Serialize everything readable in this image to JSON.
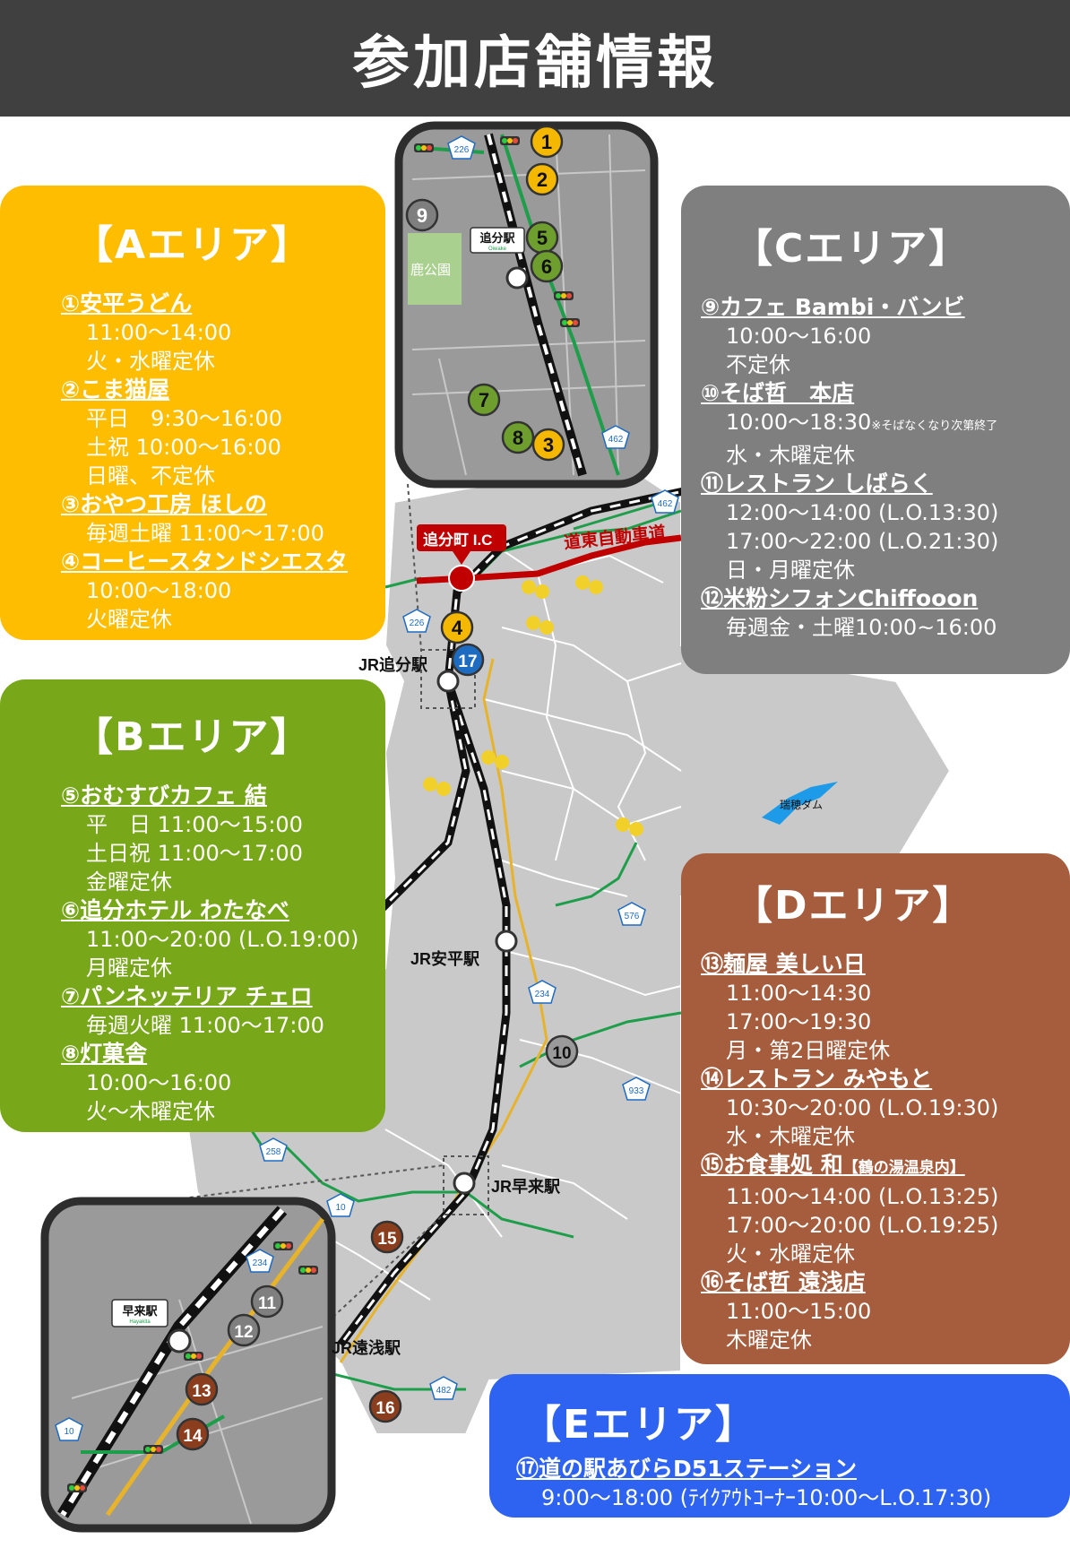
{
  "page": {
    "title": "参加店舗情報"
  },
  "colors": {
    "area_a": "#FFBD00",
    "area_b": "#78A71A",
    "area_c": "#7F7F7F",
    "area_d": "#A55D3E",
    "area_e": "#2D63F0",
    "header": "#404040",
    "rail": "#111111",
    "expressway": "#C00000",
    "road": "#1E9E4A"
  },
  "areas": {
    "a": {
      "title": "【Aエリア】",
      "shops": [
        {
          "name": "①安平うどん",
          "lines": [
            "11:00〜14:00",
            "火・水曜定休"
          ]
        },
        {
          "name": "②こま猫屋",
          "lines": [
            "平日　9:30〜16:00",
            "土祝 10:00〜16:00",
            "日曜、不定休"
          ]
        },
        {
          "name": "③おやつ工房 ほしの",
          "lines": [
            "毎週土曜 11:00〜17:00"
          ]
        },
        {
          "name": "④コーヒースタンドシエスタ",
          "lines": [
            "10:00〜18:00",
            "火曜定休"
          ]
        }
      ]
    },
    "b": {
      "title": "【Bエリア】",
      "shops": [
        {
          "name": "⑤おむすびカフェ 結",
          "lines": [
            "平　日 11:00〜15:00",
            "土日祝 11:00〜17:00",
            "金曜定休"
          ]
        },
        {
          "name": "⑥追分ホテル わたなべ",
          "lines": [
            "11:00〜20:00 (L.O.19:00)",
            "月曜定休"
          ]
        },
        {
          "name": "⑦パンネッテリア チェロ",
          "lines": [
            "毎週火曜 11:00〜17:00"
          ]
        },
        {
          "name": "⑧灯菓舎",
          "lines": [
            "10:00〜16:00",
            "火〜木曜定休"
          ]
        }
      ]
    },
    "c": {
      "title": "【Cエリア】",
      "shops": [
        {
          "name": "⑨カフェ Bambi・バンビ",
          "lines": [
            "10:00〜16:00",
            "不定休"
          ]
        },
        {
          "name": "⑩そば哲　本店",
          "lines": [
            "10:00〜18:30"
          ],
          "note": "※そばなくなり次第終了",
          "lines2": [
            "水・木曜定休"
          ]
        },
        {
          "name": "⑪レストラン しばらく",
          "lines": [
            "12:00〜14:00 (L.O.13:30)",
            "17:00〜22:00 (L.O.21:30)",
            "日・月曜定休"
          ]
        },
        {
          "name": "⑫米粉シフォンChiffooon",
          "lines": [
            "毎週金・土曜10:00~16:00"
          ]
        }
      ]
    },
    "d": {
      "title": "【Dエリア】",
      "shops": [
        {
          "name": "⑬麺屋 美しい日",
          "lines": [
            "11:00〜14:30",
            "17:00〜19:30",
            "月・第2日曜定休"
          ]
        },
        {
          "name": "⑭レストラン みやもと",
          "lines": [
            "10:30〜20:00 (L.O.19:30)",
            "水・木曜定休"
          ]
        },
        {
          "name": "⑮お食事処 和",
          "sub": "【鶴の湯温泉内】",
          "lines": [
            "11:00〜14:00 (L.O.13:25)",
            "17:00〜20:00 (L.O.19:25)",
            "火・水曜定休"
          ]
        },
        {
          "name": "⑯そば哲 遠浅店",
          "lines": [
            "11:00〜15:00",
            "木曜定休"
          ]
        }
      ]
    },
    "e": {
      "title": "【Eエリア】",
      "shops": [
        {
          "name": "⑰道の駅あびらD51ステーション",
          "lines": [
            "9:00〜18:00 (ﾃｲｸｱｳﾄｺｰﾅｰ10:00〜L.O.17:30)"
          ]
        }
      ]
    }
  },
  "map": {
    "stations": [
      "JR追分駅",
      "JR安平駅",
      "JR早来駅",
      "JR遠浅駅"
    ],
    "inset_stations": [
      "追分駅",
      "早来駅"
    ],
    "station_sub": "Oiwake",
    "station_sub2": "Hayakita",
    "ic_label": "追分町 I.C",
    "expressway": "道東自動車道",
    "park": "鹿公園",
    "dam": "瑞穂ダム",
    "routes": [
      "226",
      "462",
      "234",
      "576",
      "933",
      "258",
      "10",
      "482"
    ],
    "markers": [
      "1",
      "2",
      "3",
      "4",
      "5",
      "6",
      "7",
      "8",
      "9",
      "10",
      "11",
      "12",
      "13",
      "14",
      "15",
      "16",
      "17"
    ]
  }
}
